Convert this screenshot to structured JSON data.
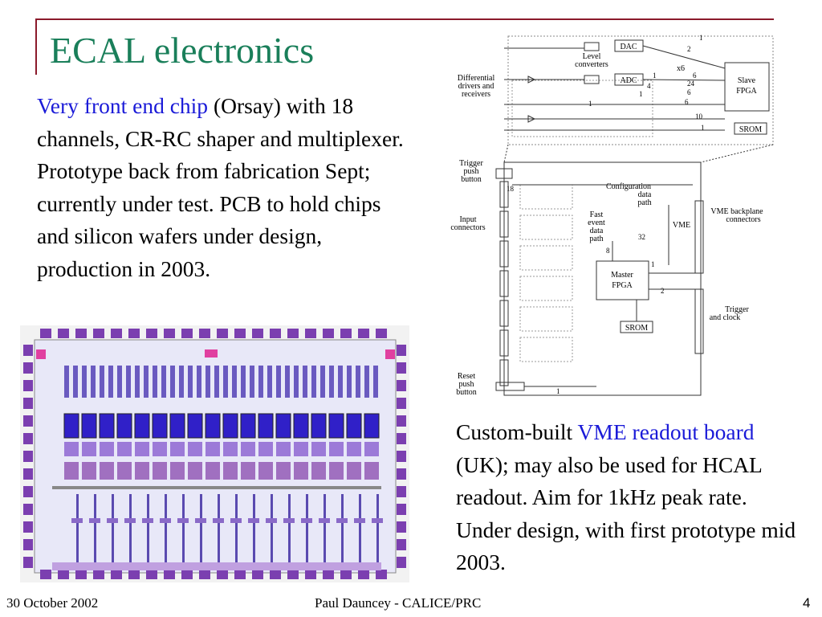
{
  "slide": {
    "title": "ECAL electronics",
    "left_text": {
      "highlight": "Very front end chip",
      "body": " (Orsay) with 18 channels, CR-RC shaper and multiplexer. Prototype back from fabrication Sept; currently under test. PCB to hold chips and silicon wafers under design, production in 2003."
    },
    "right_text": {
      "prefix": "Custom-built ",
      "highlight": "VME readout board",
      "body": " (UK); may also be used for HCAL readout. Aim for 1kHz peak rate. Under design, with first prototype mid 2003."
    },
    "footer": {
      "date": "30 October 2002",
      "author": "Paul Dauncey - CALICE/PRC",
      "page": "4"
    }
  },
  "diagram": {
    "labels": {
      "dac": "DAC",
      "level": "Level",
      "converters": "converters",
      "x6": "x6",
      "diff1": "Differential",
      "diff2": "drivers and",
      "diff3": "receivers",
      "adc": "ADC",
      "slave1": "Slave",
      "slave2": "FPGA",
      "srom": "SROM",
      "trigger1": "Trigger",
      "trigger2": "push",
      "trigger3": "button",
      "config1": "Configuration",
      "config2": "data",
      "config3": "path",
      "input1": "Input",
      "input2": "connectors",
      "fast1": "Fast",
      "fast2": "event",
      "fast3": "data",
      "fast4": "path",
      "vme": "VME",
      "vmeback1": "VME backplane",
      "vmeback2": "connectors",
      "master1": "Master",
      "master2": "FPGA",
      "trigclk1": "Trigger",
      "trigclk2": "and clock",
      "srom2": "SROM",
      "reset1": "Reset",
      "reset2": "push",
      "reset3": "button"
    },
    "numbers": {
      "n1": "1",
      "n2": "2",
      "n6a": "6",
      "n24": "24",
      "n1b": "1",
      "n4": "4",
      "n6b": "6",
      "n1c": "1",
      "n6c": "6",
      "n1d": "1",
      "n10": "10",
      "n1e": "1",
      "n18": "18",
      "n32": "32",
      "n8": "8",
      "n1f": "1",
      "n2b": "2",
      "n1g": "1",
      "n1h": "1"
    }
  },
  "colors": {
    "title": "#1a7f5a",
    "highlight": "#1a1ad8",
    "rule": "#8b1a2b",
    "chip_purple": "#7b3fb0",
    "chip_blue": "#3020c8"
  }
}
